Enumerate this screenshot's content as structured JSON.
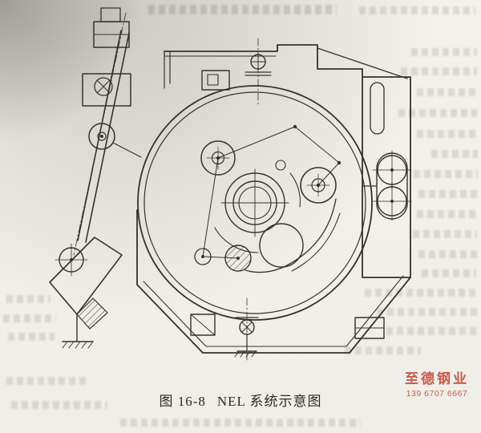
{
  "page": {
    "paper_color": "#f3f1ec",
    "ink_color": "#35322a",
    "bleedthrough_color": "#7a7368"
  },
  "figure": {
    "caption_label": "图 16-8",
    "caption_title": "NEL 系统示意图"
  },
  "watermark": {
    "name": "至德钢业",
    "phone": "139 6707 6667",
    "color": "#c54636"
  }
}
